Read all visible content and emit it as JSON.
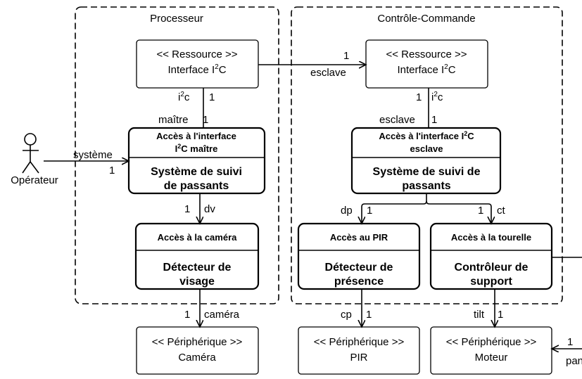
{
  "zones": {
    "processeur": "Processeur",
    "controle": "Contrôle-Commande"
  },
  "actor": {
    "label": "Opérateur"
  },
  "components": {
    "res_proc": {
      "stereo": "<< Ressource >>",
      "name": "Interface I",
      "sup": "2",
      "suffix": "C"
    },
    "res_ctrl": {
      "stereo": "<< Ressource >>",
      "name": "Interface I",
      "sup": "2",
      "suffix": "C"
    },
    "suivi_proc": {
      "port_a": "Accès à l'interface",
      "port_b1": "I",
      "port_b_sup": "2",
      "port_b2": "C maître",
      "name1": "Système de suivi",
      "name2": "de passants"
    },
    "suivi_ctrl": {
      "port_a1": "Accès à l'interface I",
      "port_a_sup": "2",
      "port_a2": "C",
      "port_b": "esclave",
      "name1": "Système de suivi de",
      "name2": "passants"
    },
    "detect_visage": {
      "port": "Accès à la caméra",
      "name1": "Détecteur de",
      "name2": "visage"
    },
    "detect_presence": {
      "port": "Accès au PIR",
      "name1": "Détecteur de",
      "name2": "présence"
    },
    "ctrl_support": {
      "port": "Accès à la tourelle",
      "name1": "Contrôleur de",
      "name2": "support"
    },
    "per_camera": {
      "stereo": "<< Périphérique >>",
      "name": "Caméra"
    },
    "per_pir": {
      "stereo": "<< Périphérique >>",
      "name": "PIR"
    },
    "per_moteur": {
      "stereo": "<< Périphérique >>",
      "name": "Moteur"
    }
  },
  "labels": {
    "link_res": {
      "mult": "1",
      "role": "esclave"
    },
    "proc_i2c": {
      "role": "i",
      "sup": "2",
      "role_suffix": "c",
      "mult": "1"
    },
    "proc_maitre": {
      "role": "maître",
      "mult": "1"
    },
    "ctrl_i2c": {
      "mult": "1",
      "role": "i",
      "sup": "2",
      "role_suffix": "c"
    },
    "ctrl_esclave": {
      "role": "esclave",
      "mult": "1"
    },
    "actor_link": {
      "role": "système",
      "mult": "1"
    },
    "dv": {
      "mult": "1",
      "role": "dv"
    },
    "dp": {
      "role": "dp",
      "mult": "1"
    },
    "ct": {
      "mult": "1",
      "role": "ct"
    },
    "camera": {
      "mult": "1",
      "role": "caméra"
    },
    "cp": {
      "role": "cp",
      "mult": "1"
    },
    "tilt": {
      "role": "tilt",
      "mult": "1"
    },
    "pan": {
      "mult": "1",
      "role": "pan"
    }
  }
}
